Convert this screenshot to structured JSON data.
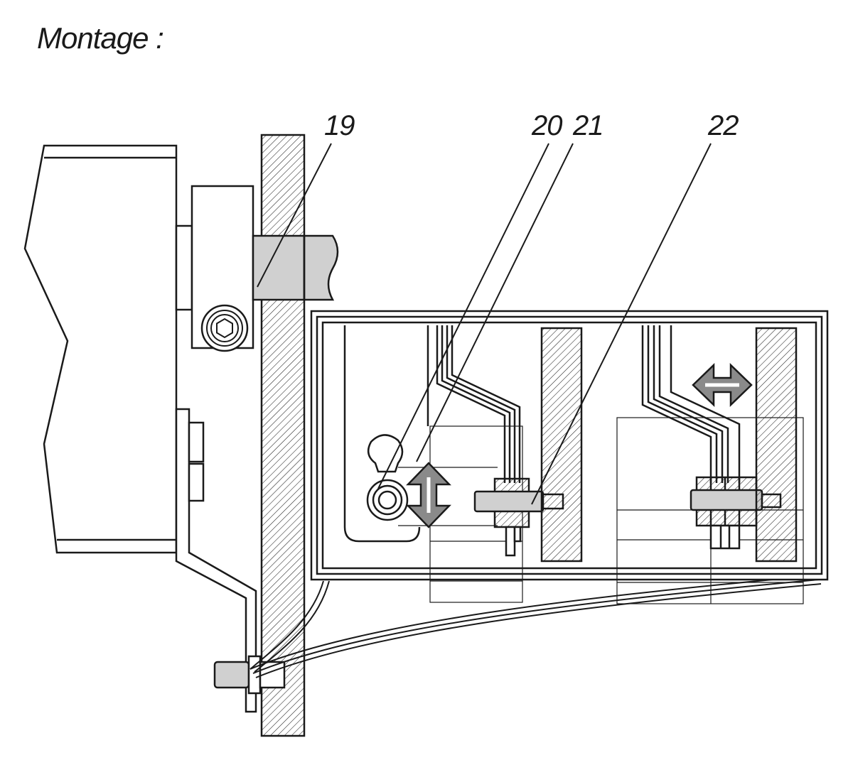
{
  "title": "Montage :",
  "callouts": {
    "c19": "19",
    "c20": "20",
    "c21": "21",
    "c22": "22"
  },
  "colors": {
    "line": "#1a1a1a",
    "hatch": "#222222",
    "shaft_fill": "#d0d0d0",
    "arrow_fill": "#8a8a8a"
  }
}
